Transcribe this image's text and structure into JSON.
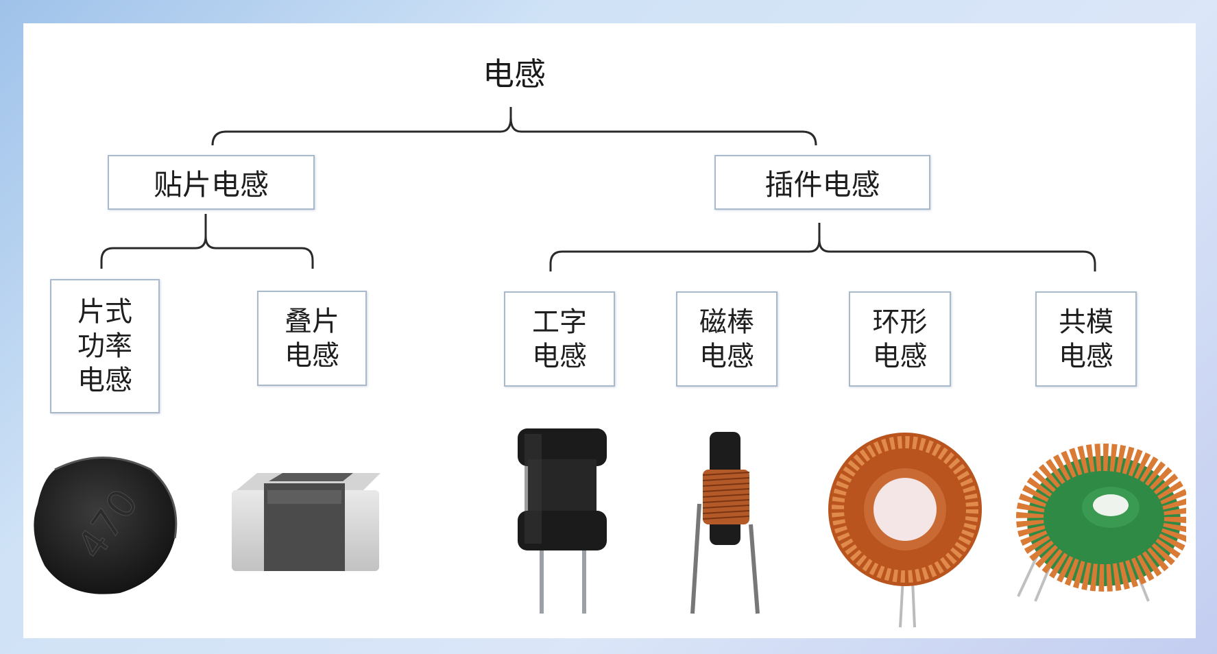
{
  "root": {
    "label": "电感"
  },
  "categories": [
    {
      "label": "贴片电感"
    },
    {
      "label": "插件电感"
    }
  ],
  "types": [
    {
      "line1": "片式",
      "line2": "功率",
      "line3": "电感"
    },
    {
      "line1": "叠片",
      "line2": "电感"
    },
    {
      "line1": "工字",
      "line2": "电感"
    },
    {
      "line1": "磁棒",
      "line2": "电感"
    },
    {
      "line1": "环形",
      "line2": "电感"
    },
    {
      "line1": "共模",
      "line2": "电感"
    }
  ],
  "photos": {
    "power_inductor_marking": "470"
  },
  "colors": {
    "connector": "#2a2a2a",
    "box_border": "#a9b9cc",
    "copper": "#c86a2e",
    "ferrite": "#1f1f1f"
  }
}
